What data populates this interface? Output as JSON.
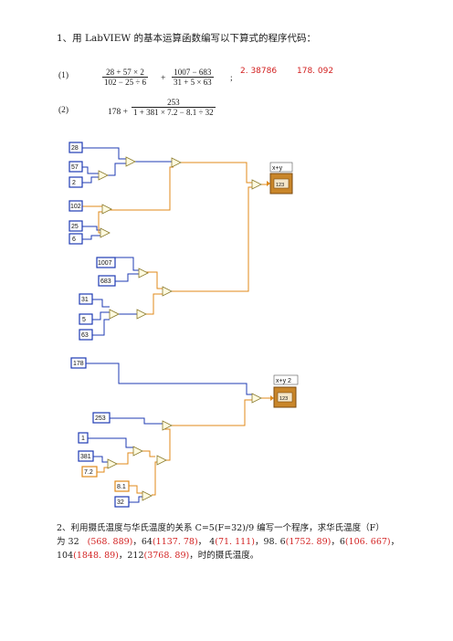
{
  "q1": {
    "title": "1、用 LabVIEW 的基本运算函数编写以下算式的程序代码：",
    "item1": {
      "label": "(1)",
      "frac1_num": "28 + 57 × 2",
      "frac1_den": "102 − 25 ÷ 6",
      "plus": "+",
      "frac2_num": "1007 − 683",
      "frac2_den": "31 + 5 × 63",
      "semicolon": ";",
      "answer1": "2. 38786",
      "answer2": "178. 092"
    },
    "item2": {
      "label": "(2)",
      "lead": "178 +",
      "frac_num": "253",
      "frac_den": "1 + 381 × 7.2 − 8.1 ÷ 32"
    }
  },
  "diagram1": {
    "constants": [
      "28",
      "57",
      "2",
      "102",
      "25",
      "6",
      "1007",
      "683",
      "31",
      "5",
      "63"
    ],
    "indicator_label": "x+y",
    "indicator_value": "123",
    "wire_colors": {
      "int": "#1f3bb3",
      "dbl": "#e08a1a"
    }
  },
  "diagram2": {
    "constants": [
      "178",
      "253",
      "1",
      "381",
      "7.2",
      "8.1",
      "32"
    ],
    "indicator_label": "x+y 2",
    "indicator_value": "123"
  },
  "q2": {
    "line1_a": "2、利用摄氏温度与华氏温度的关系 C=5(F=32)/9 编写一个程序，求华氏温度（F）",
    "line2_a": "为 32",
    "r1": "(568. 889)",
    "t1": "，64",
    "r2": "(1137. 78)",
    "t2": "， 4",
    "r3": "(71. 111)",
    "t3": "，98. 6",
    "r4": "(1752. 89)",
    "t4": "，6",
    "r5": "(106. 667)",
    "t5": "，",
    "line3_a": "104",
    "r6": "(1848. 89)",
    "t6": "，212",
    "r7": "(3768. 89)",
    "t7": "，时的摄氏温度。"
  }
}
